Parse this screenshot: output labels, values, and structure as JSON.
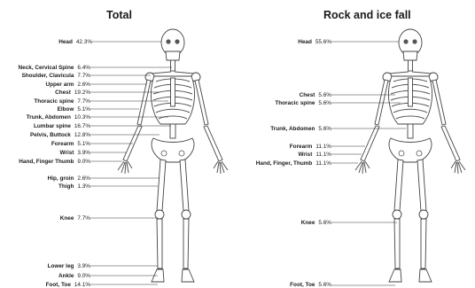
{
  "panels": [
    {
      "title": "Total",
      "labels": [
        {
          "name": "Head",
          "pct": "42.3%"
        },
        {
          "name": "Neck, Cervical Spine",
          "pct": "6.4%"
        },
        {
          "name": "Shoulder, Clavicula",
          "pct": "7.7%"
        },
        {
          "name": "Upper arm",
          "pct": "2.6%"
        },
        {
          "name": "Chest",
          "pct": "19.2%"
        },
        {
          "name": "Thoracic spine",
          "pct": "7.7%"
        },
        {
          "name": "Elbow",
          "pct": "5.1%"
        },
        {
          "name": "Trunk, Abdomen",
          "pct": "10.3%"
        },
        {
          "name": "Lumbar spine",
          "pct": "16.7%"
        },
        {
          "name": "Pelvis, Buttock",
          "pct": "12.8%"
        },
        {
          "name": "Forearm",
          "pct": "5.1%"
        },
        {
          "name": "Wrist",
          "pct": "3.9%"
        },
        {
          "name": "Hand, Finger Thumb",
          "pct": "9.0%"
        },
        {
          "name": "Hip, groin",
          "pct": "2.6%"
        },
        {
          "name": "Thigh",
          "pct": "1.3%"
        },
        {
          "name": "Knee",
          "pct": "7.7%"
        },
        {
          "name": "Lower leg",
          "pct": "3.9%"
        },
        {
          "name": "Ankle",
          "pct": "9.0%"
        },
        {
          "name": "Foot, Toe",
          "pct": "14.1%"
        }
      ]
    },
    {
      "title": "Rock and ice fall",
      "labels": [
        {
          "name": "Head",
          "pct": "55.6%"
        },
        {
          "name": "Chest",
          "pct": "5.6%"
        },
        {
          "name": "Thoracic spine",
          "pct": "5.6%"
        },
        {
          "name": "Trunk, Abdomen",
          "pct": "5.6%"
        },
        {
          "name": "Forearm",
          "pct": "11.1%"
        },
        {
          "name": "Wrist",
          "pct": "11.1%"
        },
        {
          "name": "Hand, Finger, Thumb",
          "pct": "11.1%"
        },
        {
          "name": "Knee",
          "pct": "5.6%"
        },
        {
          "name": "Foot, Toe",
          "pct": "5.6%"
        }
      ]
    }
  ]
}
